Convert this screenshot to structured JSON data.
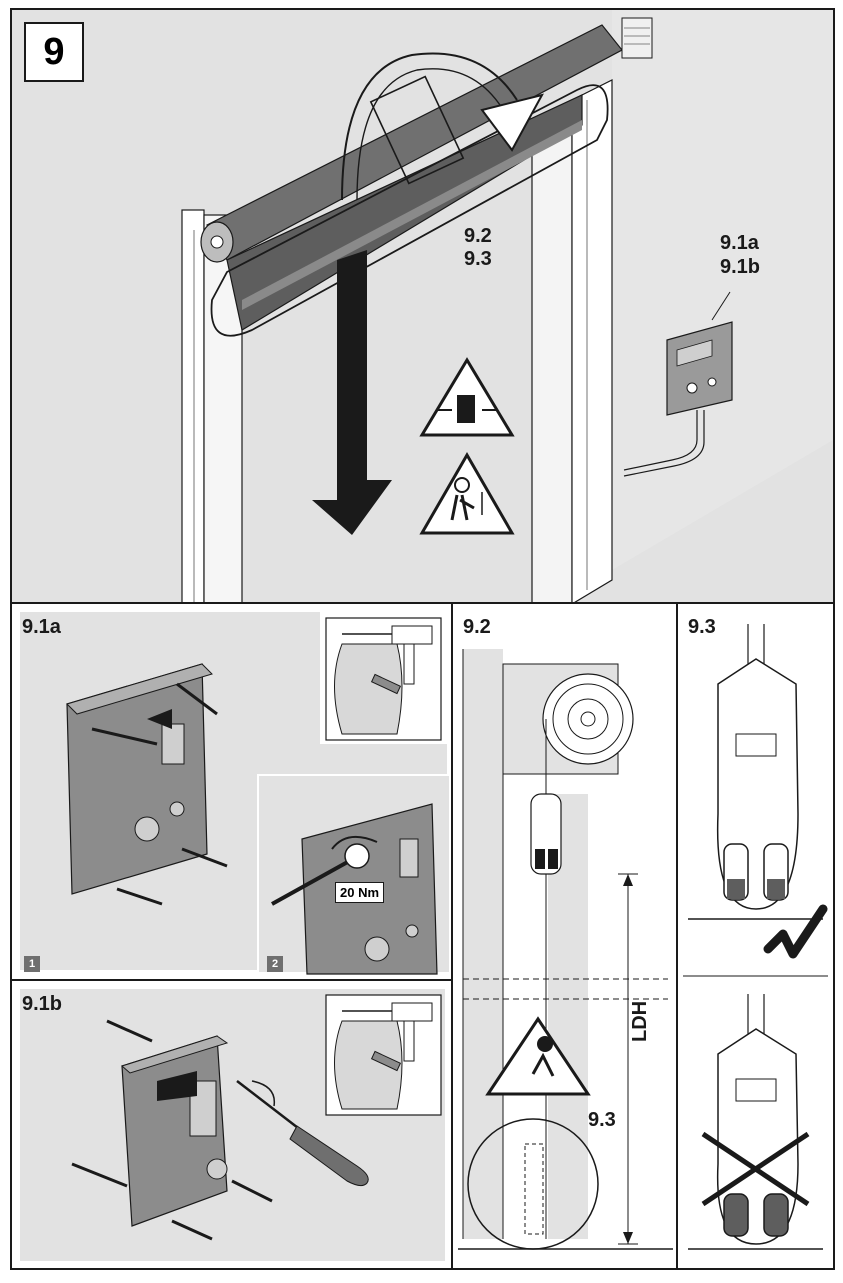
{
  "main": {
    "step_number": "9",
    "ref_upper": "9.2",
    "ref_lower": "9.3",
    "ref_ctrl_a": "9.1a",
    "ref_ctrl_b": "9.1b"
  },
  "panel_91a": {
    "title": "9.1a",
    "substep_1": "1",
    "substep_2": "2",
    "torque": "20 Nm"
  },
  "panel_91b": {
    "title": "9.1b"
  },
  "panel_92": {
    "title": "9.2",
    "dimension_label": "LDH",
    "ref": "9.3"
  },
  "panel_93": {
    "title": "9.3"
  },
  "colors": {
    "panel_gray": "#e2e2e2",
    "device_gray": "#8c8c8c",
    "roll_gray": "#7a7a7a",
    "line": "#1a1a1a"
  }
}
